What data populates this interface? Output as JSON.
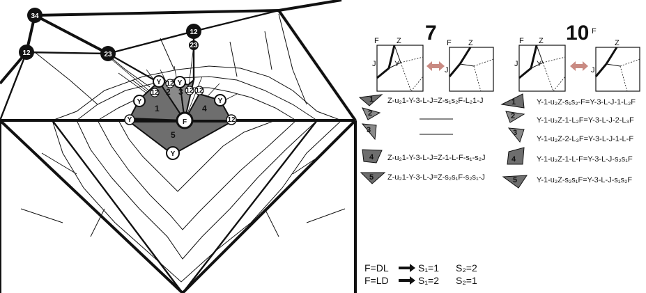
{
  "diagram": {
    "vertices": [
      {
        "id": "v34",
        "text": "34",
        "style": "dark"
      },
      {
        "id": "v12a",
        "text": "12",
        "style": "dark"
      },
      {
        "id": "v23",
        "text": "23",
        "style": "dark"
      },
      {
        "id": "v12b",
        "text": "12",
        "style": "dark"
      },
      {
        "id": "v23s",
        "text": "23",
        "style": "dark-small"
      },
      {
        "id": "vF",
        "text": "F",
        "style": "hub"
      },
      {
        "id": "vY1",
        "text": "Y",
        "style": "white"
      },
      {
        "id": "vY2",
        "text": "Y",
        "style": "white"
      },
      {
        "id": "vY3",
        "text": "Y",
        "style": "white"
      },
      {
        "id": "vY4",
        "text": "Y",
        "style": "white"
      },
      {
        "id": "vY5",
        "text": "Y",
        "style": "white"
      },
      {
        "id": "vY6",
        "text": "Y",
        "style": "white"
      },
      {
        "id": "vs1",
        "text": "12",
        "style": "white-small"
      },
      {
        "id": "vs2",
        "text": "12",
        "style": "white-small"
      },
      {
        "id": "vs3",
        "text": "12",
        "style": "white-small"
      },
      {
        "id": "vs4",
        "text": "12",
        "style": "white-small"
      },
      {
        "id": "vs5",
        "text": "12",
        "style": "white-small"
      }
    ],
    "regions": [
      "1",
      "2",
      "3",
      "4",
      "5"
    ]
  },
  "panels": [
    {
      "number": "7",
      "thumbs": {
        "f": "F",
        "z": "Z",
        "j": "J",
        "y": "Y"
      },
      "rows": [
        {
          "tri": "1",
          "eq": "Z-u₂1-Y-3-L-J=Z-s₁s₂F-L₂1-J"
        },
        {
          "tri": "2",
          "eq": ""
        },
        {
          "tri": "3",
          "eq": ""
        },
        {
          "tri": "4",
          "eq": "Z-u₂1-Y-3-L-J=Z-1-L-F-s₁-s₂J"
        },
        {
          "tri": "5",
          "eq": "Z-u₂1-Y-3-L-J=Z-s₂s₁F-s₂s₁-J"
        }
      ]
    },
    {
      "number": "10",
      "thumbs": {
        "f": "F",
        "z": "Z",
        "j": "J",
        "y": "Y"
      },
      "rows": [
        {
          "tri": "1",
          "eq": "Y-1-u₂Z-s₁s₂-F=Y-3-L-J-1-L₂F"
        },
        {
          "tri": "2",
          "eq": "Y-1-u₂Z-1-L₂F=Y-3-L-J-2-L₃F"
        },
        {
          "tri": "3",
          "eq": "Y-1-u₂Z-2-L₃F=Y-3-L-J-1-L-F"
        },
        {
          "tri": "4",
          "eq": "Y-1-u₂Z-1-L-F=Y-3-L-J-s₂s₁F"
        },
        {
          "tri": "5",
          "eq": "Y-1-u₂Z-s₂s₁F=Y-3-L-J-s₁s₂F"
        }
      ]
    }
  ],
  "footer": [
    {
      "lhs": "F=DL",
      "s1": "S₁=1",
      "s2": "S₂=2"
    },
    {
      "lhs": "F=LD",
      "s1": "S₁=2",
      "s2": "S₂=1"
    }
  ],
  "colors": {
    "ink": "#111111",
    "region_fill": "#6e6e6e",
    "arrow": "#c98a82",
    "paper": "#ffffff"
  }
}
